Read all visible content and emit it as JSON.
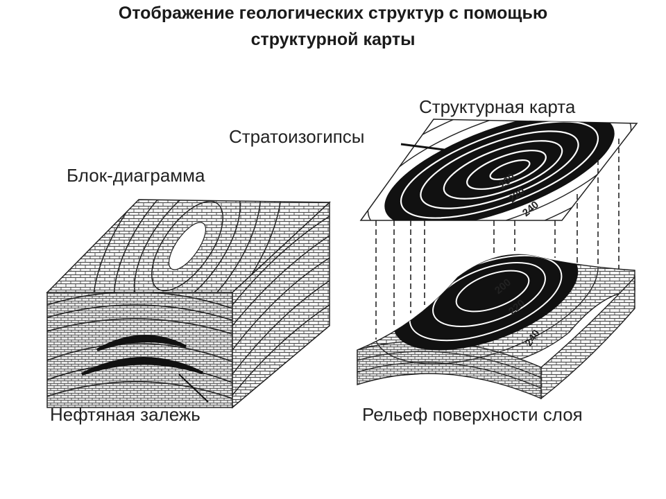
{
  "slide": {
    "title_line1": "Отображение геологических структур с помощью",
    "title_line2": "структурной карты"
  },
  "labels": {
    "block_diagram": "Блок-диаграмма",
    "oil_deposit": "Нефтяная залежь",
    "structural_map": "Структурная карта",
    "stratoisohypses": "Стратоизогипсы",
    "layer_relief": "Рельеф поверхности слоя"
  },
  "contour_values": {
    "map": [
      "200",
      "220",
      "240"
    ],
    "surface": [
      "200",
      "220",
      "240"
    ]
  }
}
